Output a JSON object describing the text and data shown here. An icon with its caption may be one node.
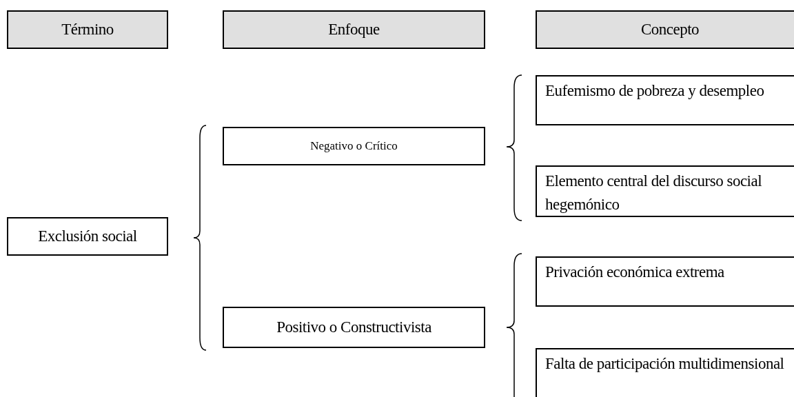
{
  "diagram": {
    "nodes": [
      {
        "text": [
          "Término"
        ]
      },
      {
        "text": [
          "Enfoque"
        ]
      },
      {
        "text": [
          "Concepto"
        ]
      },
      {
        "text": [
          "Exclusión social"
        ]
      },
      {
        "text": [
          "Negativo o Crítico"
        ]
      },
      {
        "text": [
          "Positivo o Constructivista"
        ]
      },
      {
        "text": [
          "Eufemismo de pobreza y desempleo"
        ]
      },
      {
        "text": [
          "Elemento central del discurso social hegemónico"
        ]
      },
      {
        "text": [
          "Privación económica extrema"
        ]
      },
      {
        "text": [
          "Falta de participación multidimensional"
        ]
      }
    ]
  }
}
